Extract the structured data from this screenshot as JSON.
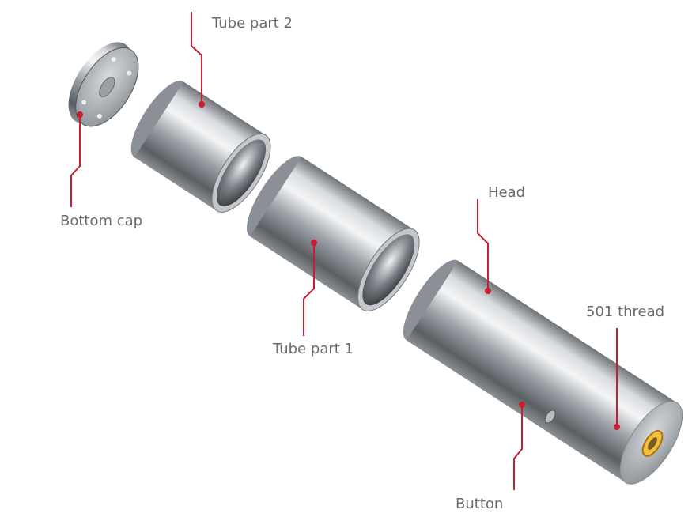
{
  "diagram": {
    "labels": {
      "tube_part_2": "Tube part 2",
      "bottom_cap": "Bottom cap",
      "tube_part_1": "Tube part 1",
      "head": "Head",
      "thread_501": "501 thread",
      "button": "Button"
    },
    "colors": {
      "leader": "#c81e32",
      "label": "#6b6b6b",
      "metal_light": "#e8eaec",
      "metal_dark": "#5c6166",
      "thread_gold": "#e8a020"
    }
  }
}
